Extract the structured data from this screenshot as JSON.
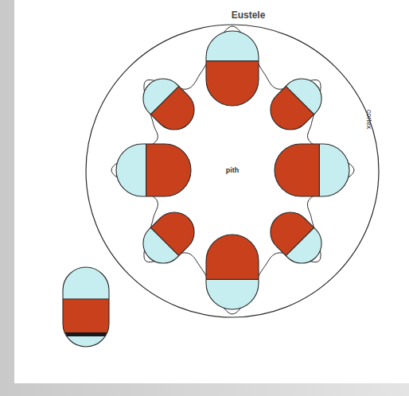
{
  "diagram": {
    "labels": [
      "Eustele",
      "pith",
      "cortex"
    ]
  }
}
